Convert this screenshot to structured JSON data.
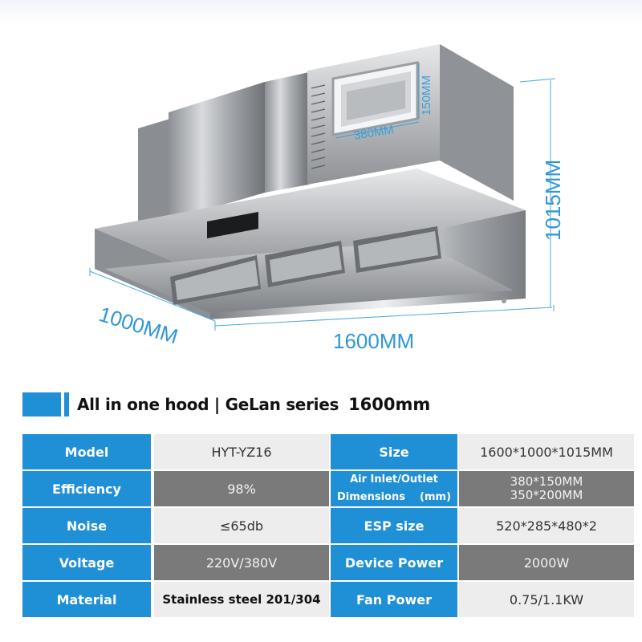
{
  "dimensions": {
    "width": "1600MM",
    "depth": "1000MM",
    "height": "1015MM",
    "outlet_height": "150MM",
    "outlet_width": "380MM"
  },
  "heading": {
    "title": "All in one hood | GeLan series",
    "size": "1600mm"
  },
  "specs": [
    {
      "label_a": "Model",
      "value_a": "HYT-YZ16",
      "label_b": "Size",
      "value_b": "1600*1000*1015MM"
    },
    {
      "label_a": "Efficiency",
      "value_a": "98%",
      "label_b_line1": "Air Inlet/Outlet",
      "label_b_line2": "Dimensions    (mm)",
      "value_b_line1": "380*150MM",
      "value_b_line2": "350*200MM"
    },
    {
      "label_a": "Noise",
      "value_a": "≤65db",
      "label_b": "ESP size",
      "value_b": "520*285*480*2"
    },
    {
      "label_a": "Voltage",
      "value_a": "220V/380V",
      "label_b": "Device Power",
      "value_b": "2000W"
    },
    {
      "label_a": "Material",
      "value_a": "Stainless steel 201/304",
      "label_b": "Fan Power",
      "value_b": "0.75/1.1KW"
    }
  ],
  "colors": {
    "accent": "#1f8fd6",
    "dimension": "#2f97d6",
    "row_light": "#ededed",
    "row_dark": "#7a7a7a"
  }
}
